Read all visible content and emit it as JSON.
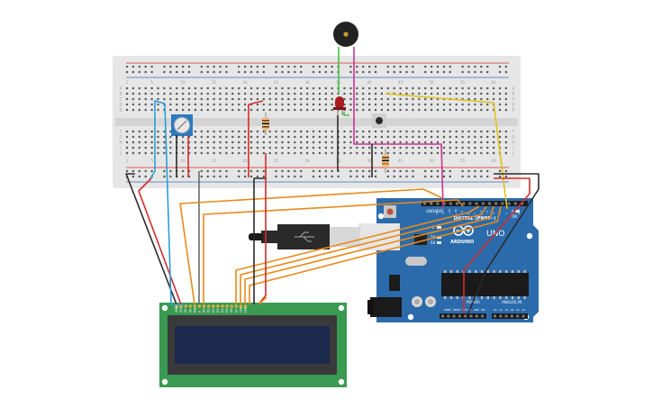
{
  "colors": {
    "breadboard": "#e6e6e6",
    "breadboard_hole": "#5a5a5a",
    "rail_red": "#d62c2c",
    "rail_blue": "#2f6fb5",
    "arduino": "#2b6bab",
    "arduino_dark": "#1f5288",
    "lcd_board": "#3a9a52",
    "lcd_frame": "#3a3a3a",
    "lcd_screen": "#1c2a4e",
    "wire_orange": "#e88a1a",
    "wire_red": "#d62c2c",
    "wire_black": "#2b2b2b",
    "wire_green": "#4bbf48",
    "wire_magenta": "#c73592",
    "wire_yellow": "#e0c21a",
    "wire_blue": "#2a9fd6",
    "wire_gray": "#6a6a6a"
  },
  "breadboard": {
    "column_numbers": [
      "1",
      "5",
      "10",
      "15",
      "20",
      "25",
      "30",
      "35",
      "40",
      "45",
      "50",
      "55",
      "60"
    ],
    "row_letters_top": [
      "A",
      "B",
      "C",
      "D",
      "E"
    ],
    "row_letters_bottom": [
      "F",
      "G",
      "H",
      "I",
      "J"
    ]
  },
  "arduino": {
    "brand": "ARDUINO",
    "model": "UNO",
    "digital_header": "DIGITAL (PWM~)",
    "power_header": "POWER",
    "analog_header": "ANALOG IN",
    "tx_label": "TX",
    "rx_label": "RX",
    "l_label": "L",
    "on_label": "ON",
    "aref_label": "AREF",
    "gnd_label": "GND",
    "ioref_label": "IOREF",
    "reset_label": "RESET",
    "v33_label": "3.3V",
    "v5_label": "5V",
    "vin_label": "VIN",
    "analog_pins": [
      "A0",
      "A1",
      "A2",
      "A3",
      "A4",
      "A5"
    ],
    "digital_pins": [
      "13",
      "12",
      "~11",
      "~10",
      "~9",
      "8",
      "7",
      "~6",
      "~5",
      "4",
      "~3",
      "2",
      "TX1",
      "RX0"
    ]
  },
  "lcd": {
    "pins": [
      "GND",
      "VCC",
      "V0",
      "RS",
      "RW",
      "E",
      "D0",
      "D1",
      "D2",
      "D3",
      "D4",
      "D5",
      "D6",
      "D7",
      "LED",
      "LED"
    ]
  }
}
